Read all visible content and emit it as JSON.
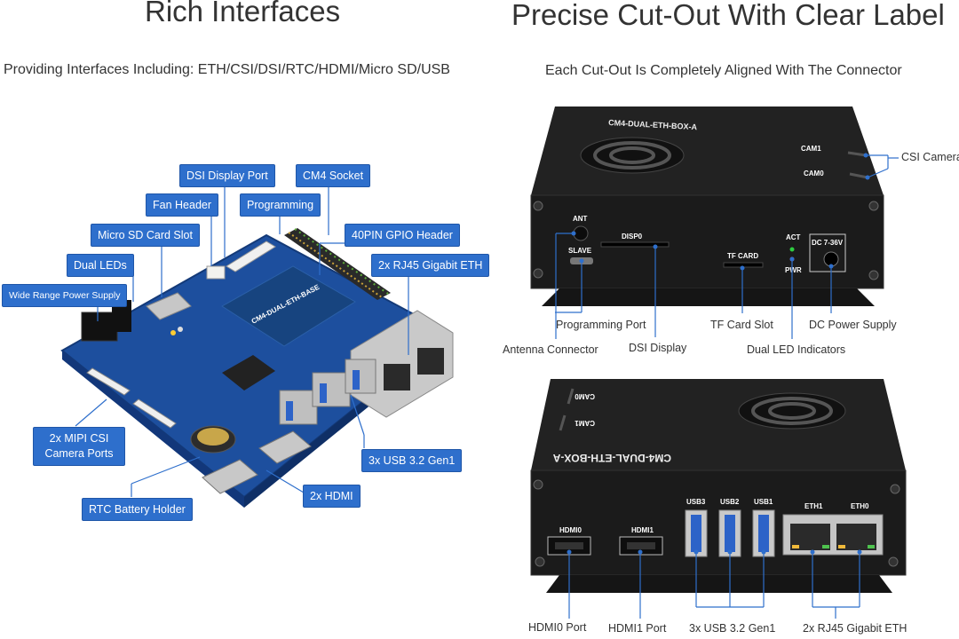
{
  "left": {
    "title": "Rich Interfaces",
    "subtitle": "Providing Interfaces Including: ETH/CSI/DSI/RTC/HDMI/Micro SD/USB",
    "labels": {
      "dsi_display_port": "DSI Display Port",
      "cm4_socket": "CM4 Socket",
      "fan_header": "Fan Header",
      "programming": "Programming",
      "micro_sd_card_slot": "Micro SD Card Slot",
      "gpio_header": "40PIN GPIO Header",
      "dual_leds": "Dual LEDs",
      "rj45": "2x RJ45 Gigabit ETH",
      "power_supply": "Wide Range Power Supply",
      "mipi_csi_line1": "2x MIPI CSI",
      "mipi_csi_line2": "Camera Ports",
      "usb": "3x USB 3.2 Gen1",
      "hdmi": "2x HDMI",
      "rtc": "RTC Battery Holder"
    },
    "board_print": "CM4-DUAL-ETH-BASE"
  },
  "right": {
    "title": "Precise Cut-Out With Clear Label",
    "subtitle": "Each Cut-Out Is Completely Aligned With The Connector",
    "top_box": {
      "name": "CM4-DUAL-ETH-BOX-A",
      "silk": {
        "ant": "ANT",
        "slave": "SLAVE",
        "disp0": "DISP0",
        "tf_card": "TF CARD",
        "act": "ACT",
        "pwr": "PWR",
        "dc": "DC 7-36V",
        "cam1": "CAM1",
        "cam0": "CAM0"
      },
      "labels": {
        "csi_camera": "CSI Camera",
        "programming_port": "Programming Port",
        "antenna_connector": "Antenna Connector",
        "dsi_display": "DSI Display",
        "tf_card_slot": "TF Card Slot",
        "dual_led": "Dual LED Indicators",
        "dc_power": "DC Power Supply"
      }
    },
    "bottom_box": {
      "name": "CM4-DUAL-ETH-BOX-A",
      "silk": {
        "cam0": "CAM0",
        "cam1": "CAM1",
        "hdmi0": "HDMI0",
        "hdmi1": "HDMI1",
        "usb3": "USB3",
        "usb2": "USB2",
        "usb1": "USB1",
        "eth1": "ETH1",
        "eth0": "ETH0"
      },
      "labels": {
        "hdmi0_port": "HDMI0 Port",
        "hdmi1_port": "HDMI1 Port",
        "usb": "3x USB 3.2 Gen1",
        "rj45": "2x RJ45 Gigabit ETH"
      }
    }
  },
  "colors": {
    "label_blue": "#2e6fcc",
    "callout_line": "#2e6fcc",
    "board_blue": "#1d4f9e",
    "case_black": "#1b1b1b"
  }
}
